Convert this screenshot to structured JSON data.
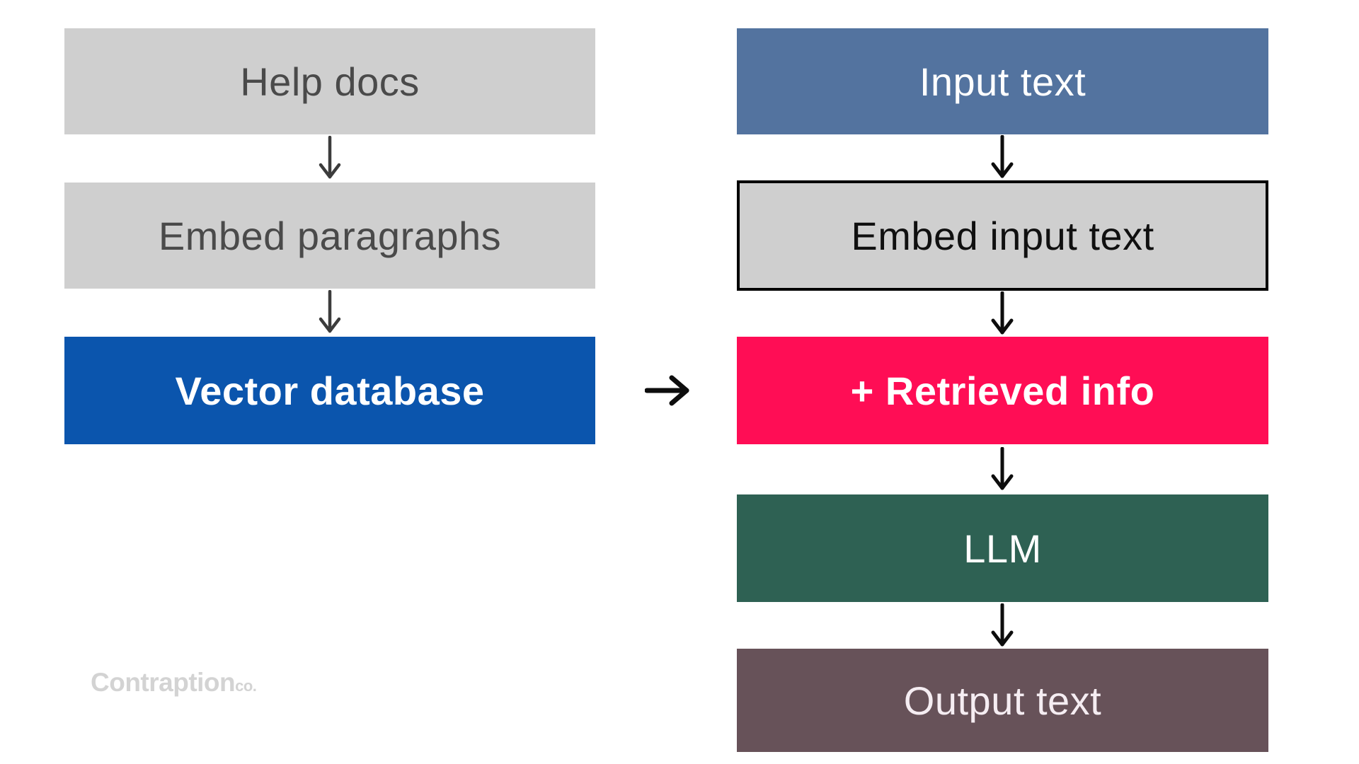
{
  "diagram": {
    "title_implied": "RAG pipeline flow",
    "left_pipeline": {
      "boxes": [
        {
          "label": "Help docs",
          "bg": "#cfcfcf",
          "fg": "#4a4a4a",
          "bold": false
        },
        {
          "label": "Embed paragraphs",
          "bg": "#cfcfcf",
          "fg": "#4a4a4a",
          "bold": false
        },
        {
          "label": "Vector database",
          "bg": "#0b55ad",
          "fg": "#ffffff",
          "bold": true
        }
      ]
    },
    "right_pipeline": {
      "boxes": [
        {
          "label": "Input text",
          "bg": "#53739f",
          "fg": "#ffffff",
          "bold": false
        },
        {
          "label": "Embed input text",
          "bg": "#cfcfcf",
          "fg": "#101010",
          "bold": false,
          "border_color": "#000000"
        },
        {
          "label": "+ Retrieved info",
          "bg": "#ff0d55",
          "fg": "#ffffff",
          "bold": true
        },
        {
          "label": "LLM",
          "bg": "#2e6153",
          "fg": "#ffffff",
          "bold": false
        },
        {
          "label": "Output text",
          "bg": "#675259",
          "fg": "#f5edf2",
          "bold": false
        }
      ]
    },
    "connectors": {
      "down_arrow_icon_color_left": "#3c3c3c",
      "down_arrow_icon_color_right": "#0d0d0d",
      "right_arrow_icon_color": "#0d0d0d"
    }
  },
  "watermark": {
    "brand": "Contraption",
    "suffix": "co.",
    "color": "#d3d3d3"
  }
}
